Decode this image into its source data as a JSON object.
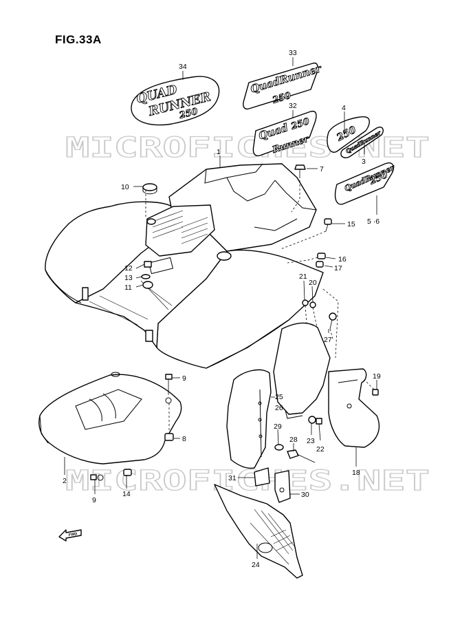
{
  "figure": {
    "title": "FIG.33A"
  },
  "watermark": "MICROFICHES.NET",
  "fwd_label": "FWD",
  "decals": {
    "d34": [
      "QUAD",
      "RUNNER",
      "250"
    ],
    "d33": [
      "QuadRunner",
      "250"
    ],
    "d32": [
      "Quad",
      "250",
      "Runner"
    ],
    "d4": [
      "250"
    ],
    "d3": [
      "QuadRunner"
    ],
    "d56": [
      "QuadRunner",
      "250"
    ]
  },
  "callouts": [
    {
      "id": "34",
      "label": "34"
    },
    {
      "id": "33",
      "label": "33"
    },
    {
      "id": "32",
      "label": "32"
    },
    {
      "id": "4",
      "label": "4"
    },
    {
      "id": "3",
      "label": "3"
    },
    {
      "id": "1",
      "label": "1"
    },
    {
      "id": "7",
      "label": "7"
    },
    {
      "id": "10",
      "label": "10"
    },
    {
      "id": "5-6",
      "label": "5 ·6"
    },
    {
      "id": "15",
      "label": "15"
    },
    {
      "id": "16",
      "label": "16"
    },
    {
      "id": "17",
      "label": "17"
    },
    {
      "id": "12",
      "label": "12"
    },
    {
      "id": "13",
      "label": "13"
    },
    {
      "id": "11",
      "label": "11"
    },
    {
      "id": "21",
      "label": "21"
    },
    {
      "id": "20",
      "label": "20"
    },
    {
      "id": "27",
      "label": "27"
    },
    {
      "id": "9a",
      "label": "9"
    },
    {
      "id": "19",
      "label": "19"
    },
    {
      "id": "25",
      "label": "25"
    },
    {
      "id": "26",
      "label": "26"
    },
    {
      "id": "8",
      "label": "8"
    },
    {
      "id": "29",
      "label": "29"
    },
    {
      "id": "28",
      "label": "28"
    },
    {
      "id": "23",
      "label": "23"
    },
    {
      "id": "22",
      "label": "22"
    },
    {
      "id": "2",
      "label": "2"
    },
    {
      "id": "18",
      "label": "18"
    },
    {
      "id": "31",
      "label": "31"
    },
    {
      "id": "30",
      "label": "30"
    },
    {
      "id": "14",
      "label": "14"
    },
    {
      "id": "9b",
      "label": "9"
    },
    {
      "id": "24",
      "label": "24"
    }
  ]
}
